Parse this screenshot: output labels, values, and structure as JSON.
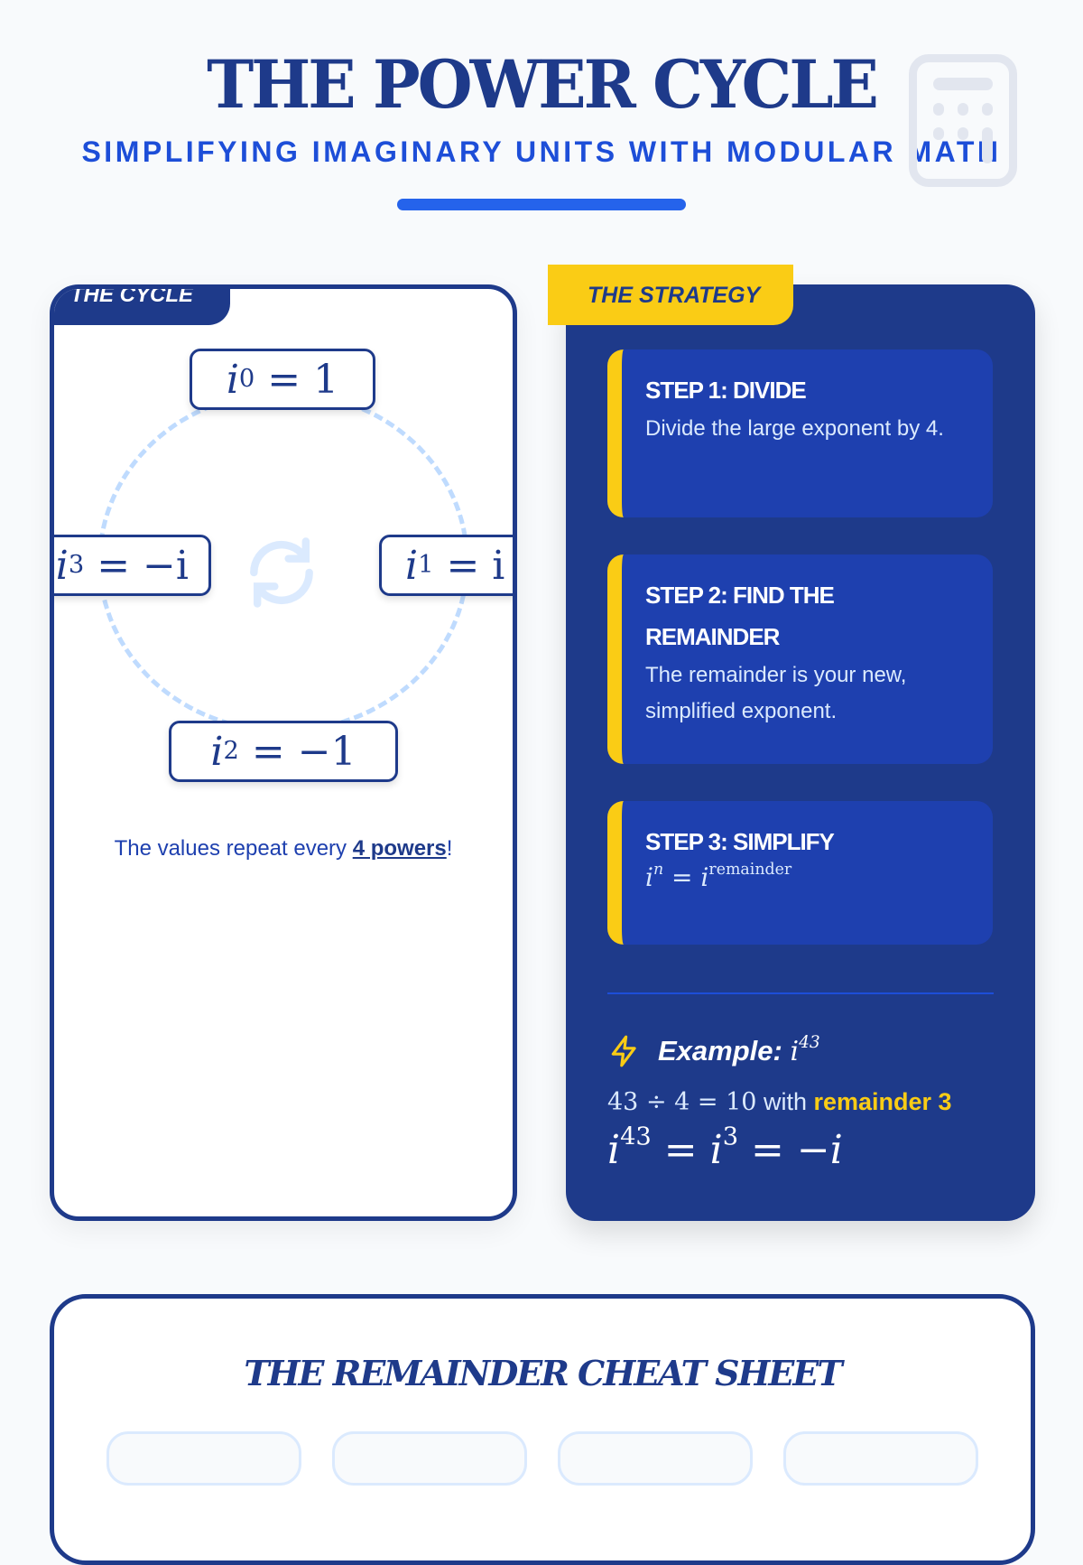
{
  "header": {
    "title": "THE POWER CYCLE",
    "subtitle": "SIMPLIFYING IMAGINARY UNITS WITH MODULAR MATH",
    "icon": "calculator-icon"
  },
  "cycle": {
    "tab": "THE CYCLE",
    "powers": [
      {
        "base": "i",
        "exp": "0",
        "rhs": "= 1"
      },
      {
        "base": "i",
        "exp": "1",
        "rhs": "= i"
      },
      {
        "base": "i",
        "exp": "2",
        "rhs": "= −1"
      },
      {
        "base": "i",
        "exp": "3",
        "rhs": "= −i"
      }
    ],
    "note_prefix": "The values repeat every ",
    "note_bold": "4 powers",
    "note_suffix": "!"
  },
  "strategy": {
    "tab": "THE STRATEGY",
    "steps": [
      {
        "title": "STEP 1: DIVIDE",
        "desc": "Divide the large exponent by 4."
      },
      {
        "title": "STEP 2: FIND THE REMAINDER",
        "desc": "The remainder is your new, simplified exponent."
      },
      {
        "title": "STEP 3: SIMPLIFY",
        "formula_lhs": "i",
        "formula_lhs_exp": "n",
        "formula_eq": " = ",
        "formula_rhs": "i",
        "formula_rhs_exp": "remainder"
      }
    ],
    "example": {
      "label": "Example:",
      "base": "i",
      "exp": "43",
      "division": "43 ÷ 4 = 10",
      "with": " with ",
      "remainder": "remainder 3",
      "eq": {
        "b1": "i",
        "e1": "43",
        "mid": " = ",
        "b2": "i",
        "e2": "3",
        "end": " = −",
        "b3": "i"
      }
    }
  },
  "cheat_sheet": {
    "title": "THE REMAINDER CHEAT SHEET"
  },
  "colors": {
    "navy": "#1e3a8a",
    "blue": "#1d4ed8",
    "yellow": "#facc15"
  }
}
